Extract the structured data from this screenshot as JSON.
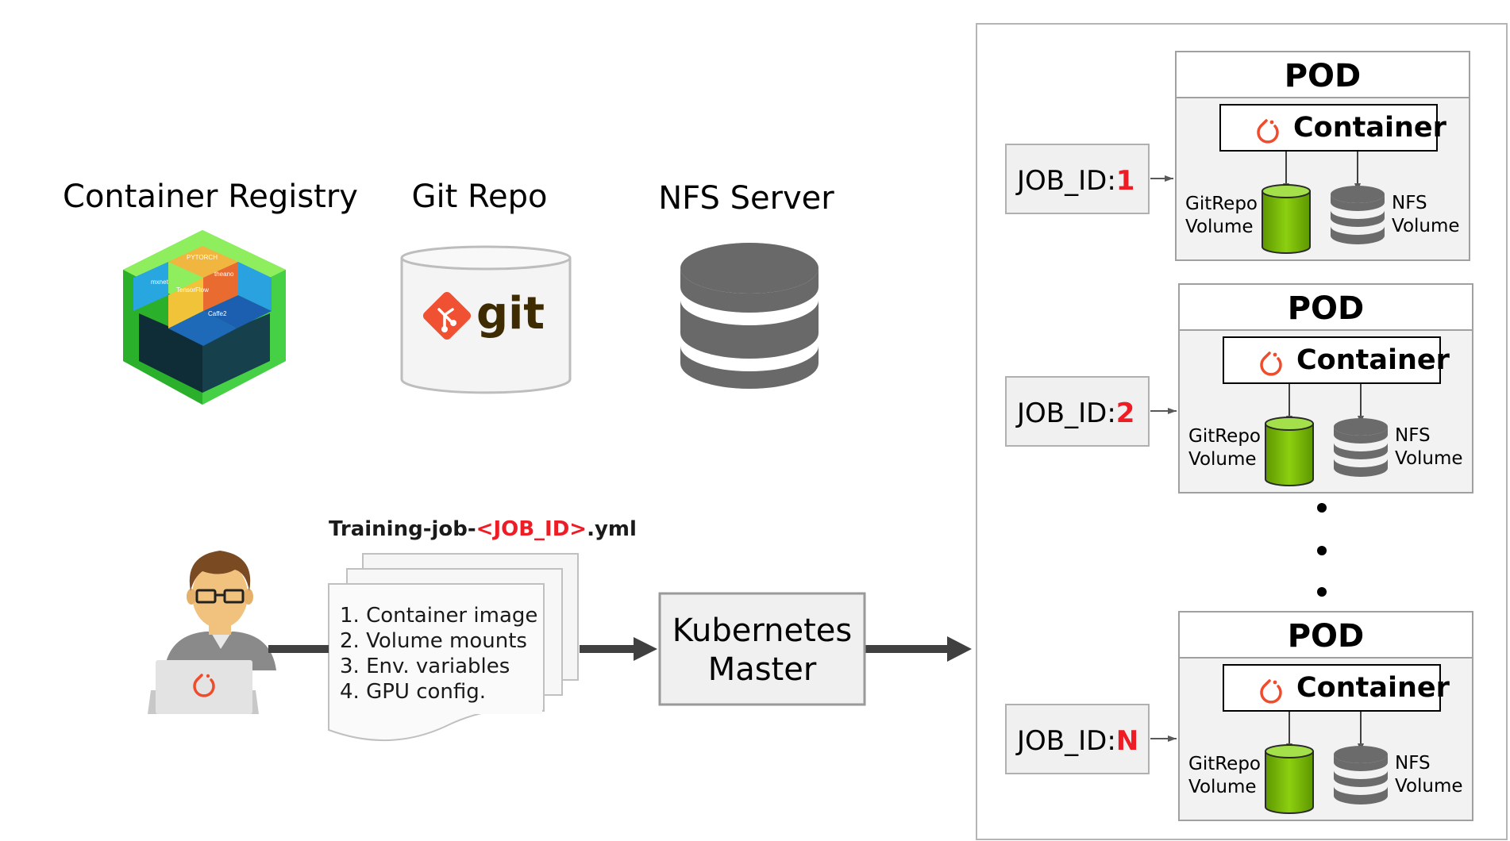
{
  "headings": {
    "registry": "Container Registry",
    "git": "Git Repo",
    "nfs": "NFS Server"
  },
  "git_logo_text": "git",
  "registry_logo_labels": [
    "PYTORCH",
    "theano",
    "TensorFlow",
    "Caffe2",
    "mxnet"
  ],
  "yml": {
    "prefix": "Training-job-",
    "job": "<JOB_ID>",
    "suffix": ".yml",
    "items": [
      "1. Container image",
      "2. Volume mounts",
      "3. Env. variables",
      "4. GPU config."
    ]
  },
  "master": {
    "line1": "Kubernetes",
    "line2": "Master"
  },
  "pods": [
    {
      "job_prefix": "JOB_ID:",
      "job_num": "1",
      "title": "POD",
      "container": "Container",
      "git_label_1": "GitRepo",
      "git_label_2": "Volume",
      "nfs_label_1": "NFS",
      "nfs_label_2": "Volume"
    },
    {
      "job_prefix": "JOB_ID:",
      "job_num": "2",
      "title": "POD",
      "container": "Container",
      "git_label_1": "GitRepo",
      "git_label_2": "Volume",
      "nfs_label_1": "NFS",
      "nfs_label_2": "Volume"
    },
    {
      "job_prefix": "JOB_ID:",
      "job_num": "N",
      "title": "POD",
      "container": "Container",
      "git_label_1": "GitRepo",
      "git_label_2": "Volume",
      "nfs_label_1": "NFS",
      "nfs_label_2": "Volume"
    }
  ],
  "colors": {
    "accent_red": "#ee1c25",
    "git_orange": "#f05133",
    "git_brown": "#3e2c00",
    "volume_green": "#76b900",
    "db_gray": "#6b6b6b",
    "box_gray": "#f0f0f0",
    "arrow_dark": "#404040",
    "pytorch_orange": "#ee4c2c"
  },
  "icons": {
    "user": "developer-at-laptop-icon",
    "git": "git-logo-icon",
    "nfs": "database-icon",
    "container": "pytorch-flame-icon"
  }
}
